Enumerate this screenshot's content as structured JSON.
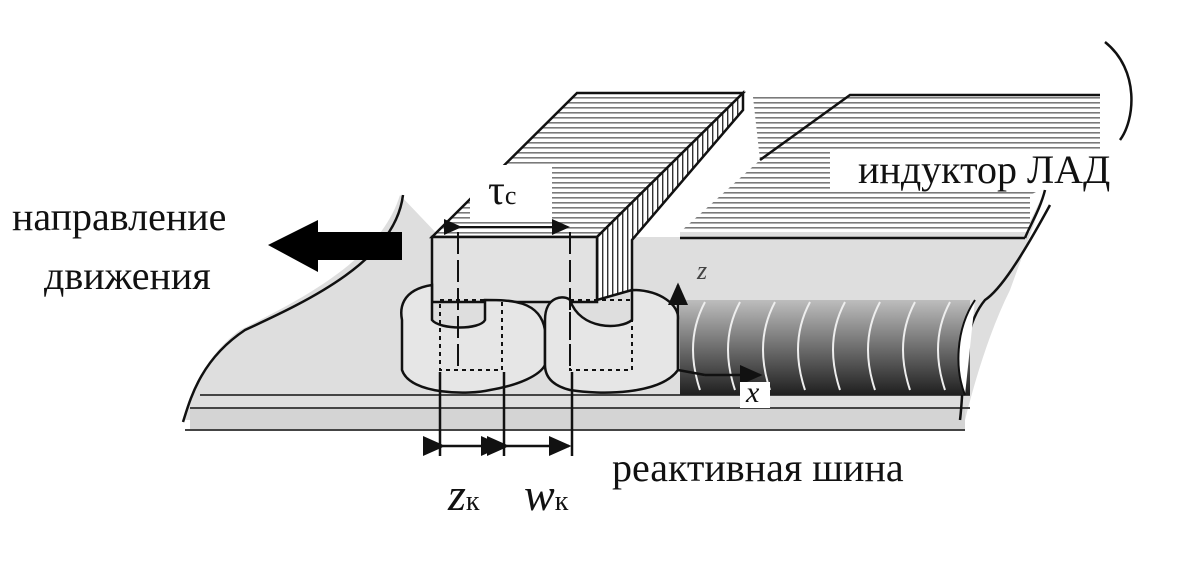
{
  "labels": {
    "direction_line1": "направление",
    "direction_line2": "движения",
    "inductor": "индуктор ЛАД",
    "reactive_bus": "реактивная шина",
    "tau_main": "τ",
    "tau_sub": "c",
    "axis_z": "z",
    "axis_x": "x",
    "zk_main": "z",
    "zk_sub": "к",
    "wk_main": "w",
    "wk_sub": "к"
  },
  "colors": {
    "plate": "#dedede",
    "line": "#111111",
    "shade_dark": "#333333"
  }
}
